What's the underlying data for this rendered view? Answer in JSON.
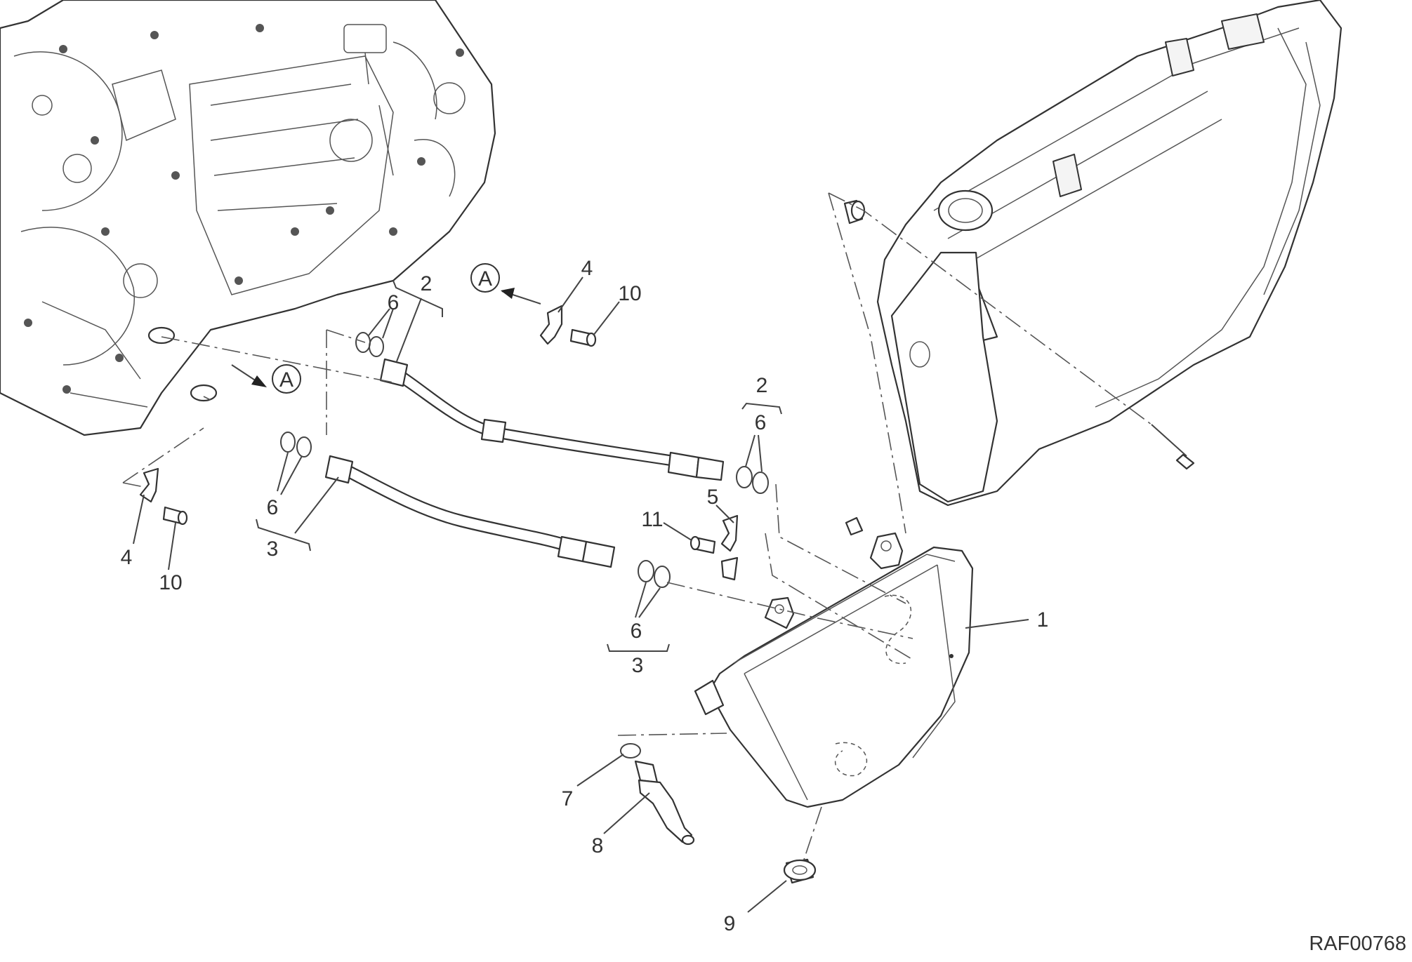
{
  "diagram": {
    "drawing_code": "RAF00768",
    "callouts": {
      "c1": "1",
      "c2a": "2",
      "c2b": "2",
      "c3a": "3",
      "c3b": "3",
      "c4a": "4",
      "c4b": "4",
      "c5": "5",
      "c6a": "6",
      "c6b": "6",
      "c6c": "6",
      "c6d": "6",
      "c7": "7",
      "c8": "8",
      "c9": "9",
      "c10a": "10",
      "c10b": "10",
      "c11": "11"
    },
    "reference_marks": {
      "ref_a1": "A",
      "ref_a2": "A"
    },
    "colors": {
      "line": "#333333",
      "background": "#ffffff"
    }
  }
}
